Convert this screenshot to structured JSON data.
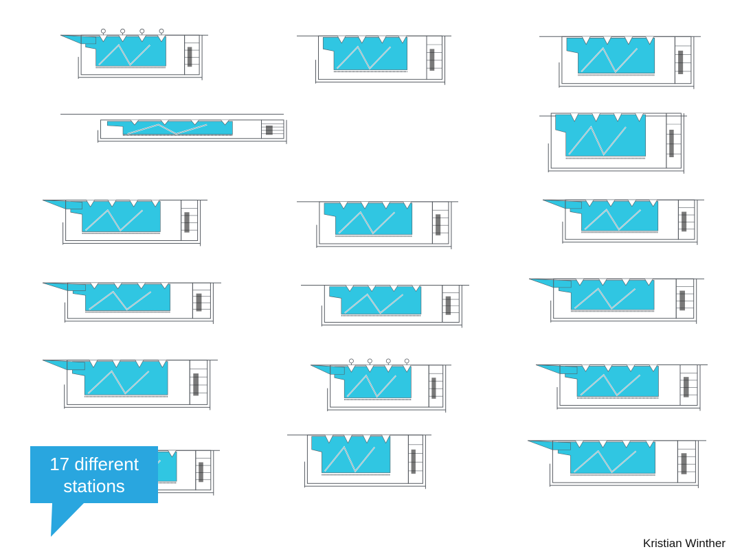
{
  "colors": {
    "fill": "#30c6e2",
    "line": "#555a60",
    "callout": "#29a6df",
    "callout_text": "#ffffff",
    "background": "#ffffff"
  },
  "callout": {
    "text": "17 different\nstations"
  },
  "credit": {
    "text": "Kristian Winther"
  },
  "sections_count": 17
}
